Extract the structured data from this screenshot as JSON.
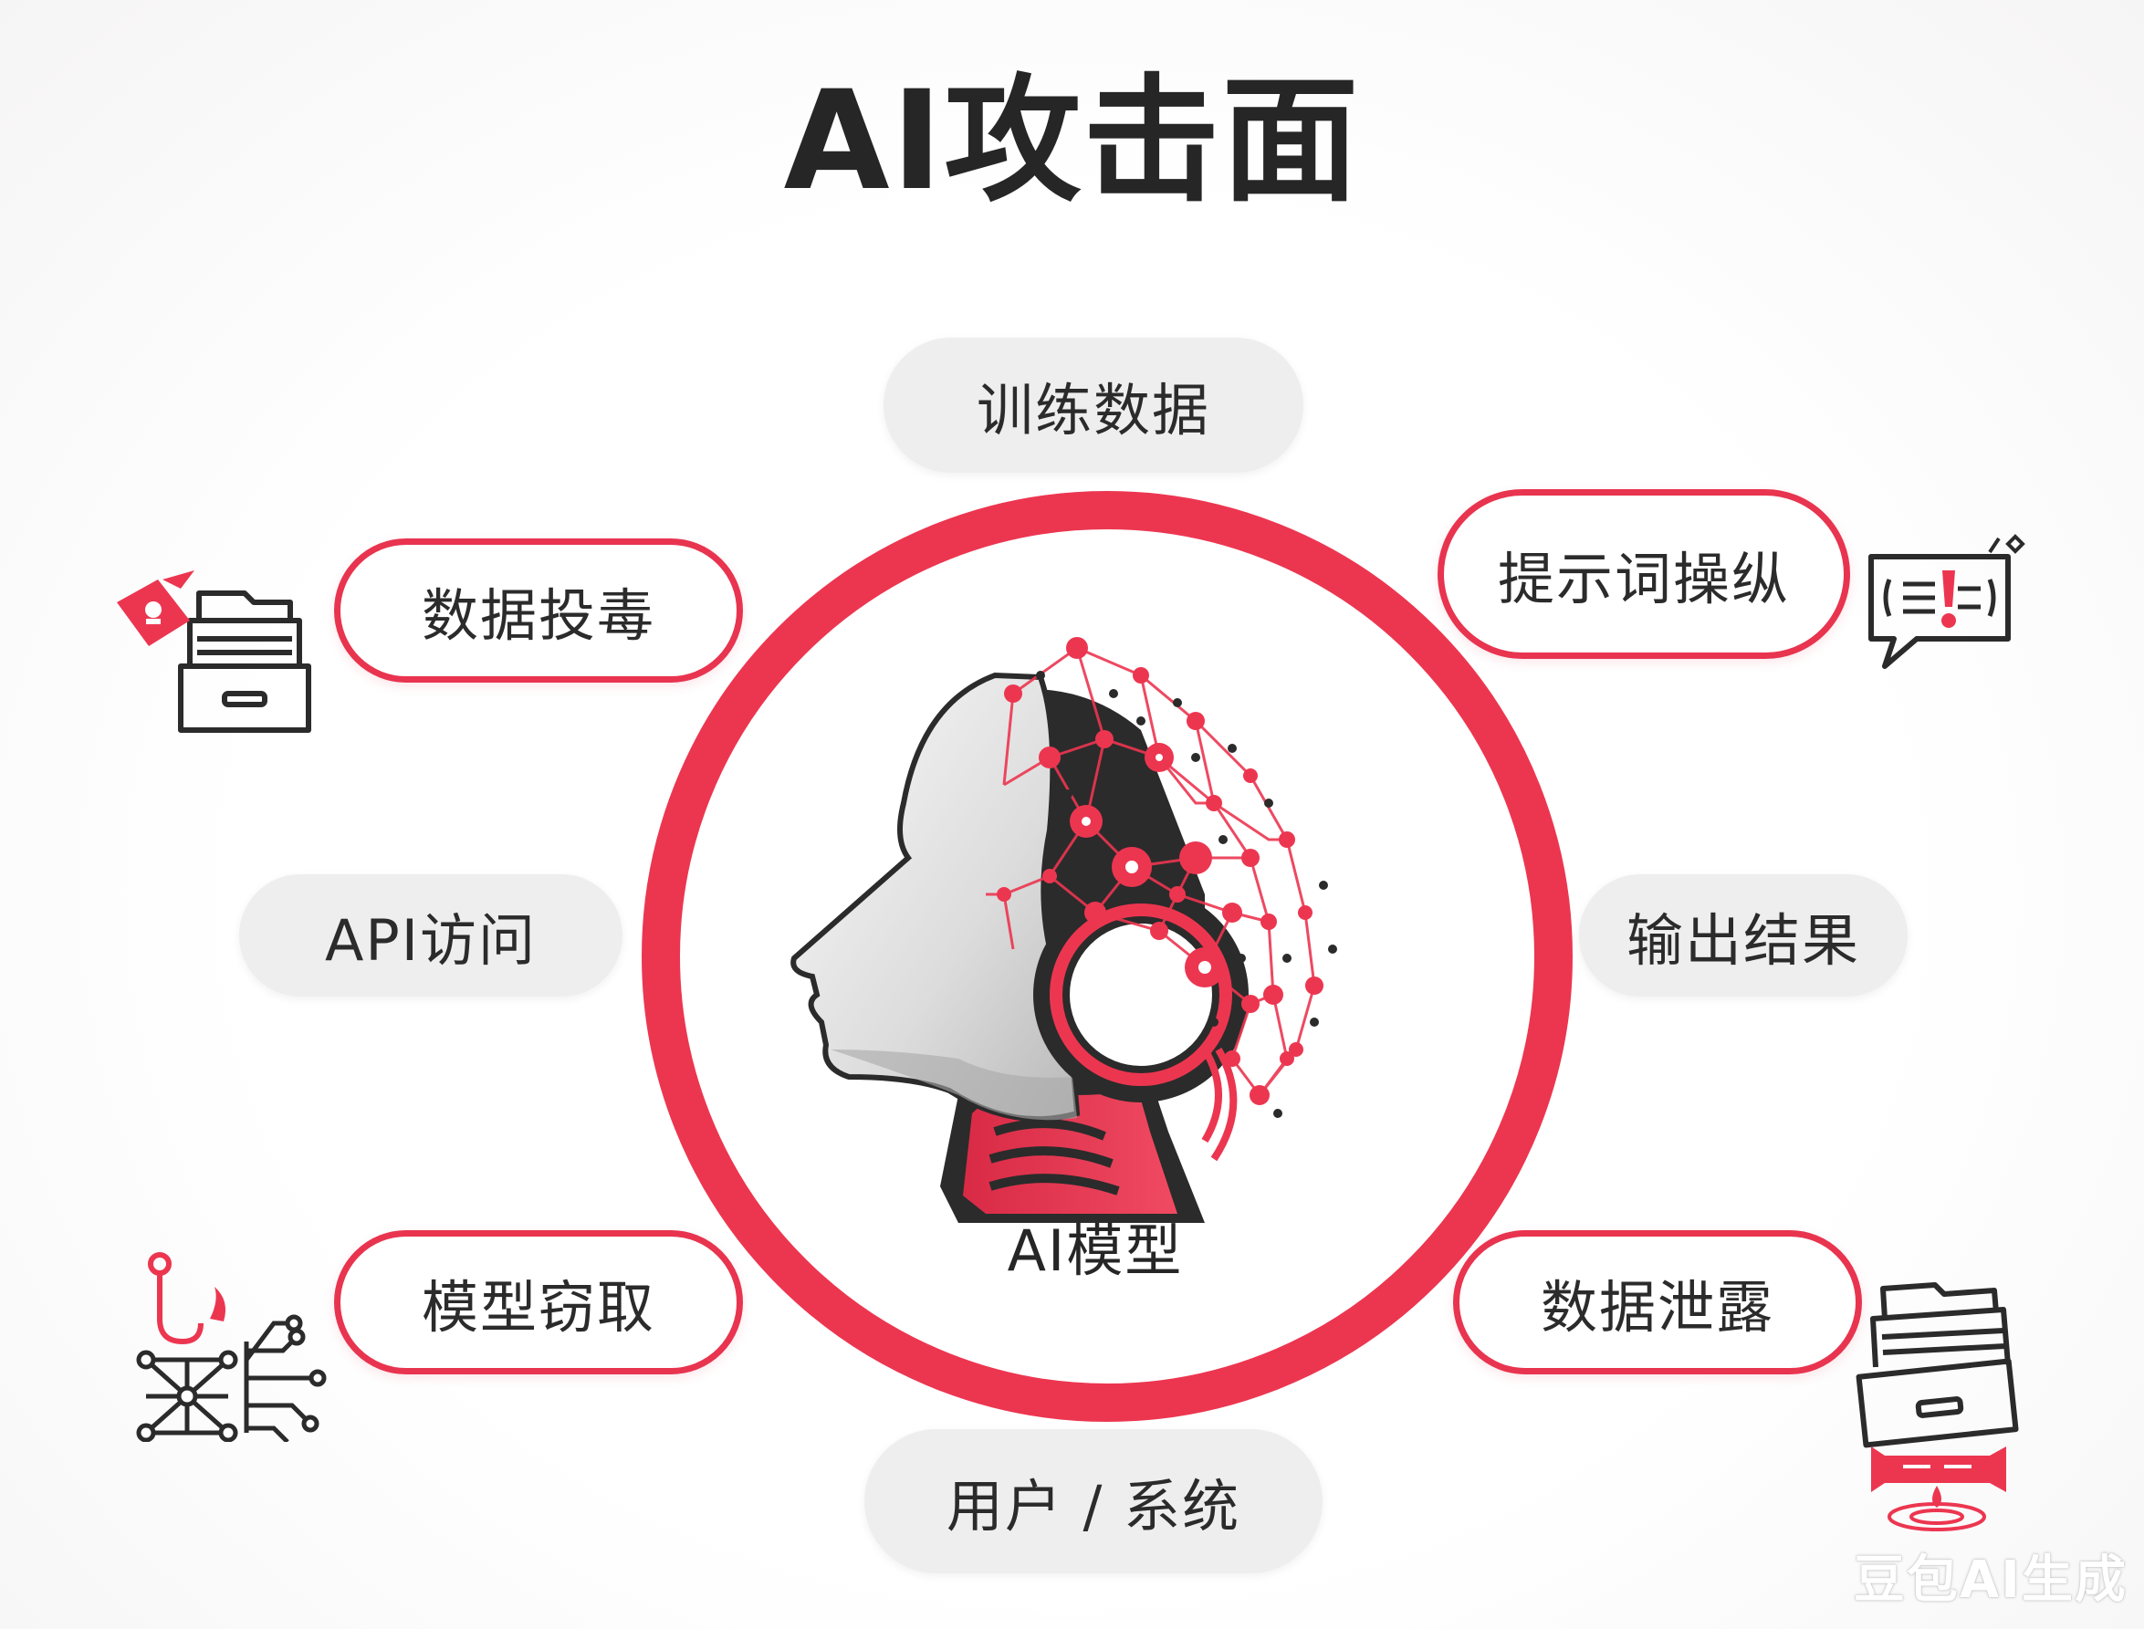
{
  "title": "AI攻击面",
  "center": {
    "label": "AI模型"
  },
  "nodes": {
    "training_data": "训练数据",
    "data_poisoning": "数据投毒",
    "prompt_manipulation": "提示词操纵",
    "api_access": "API访问",
    "output_results": "输出结果",
    "model_theft": "模型窃取",
    "data_leakage": "数据泄露",
    "user_system": "用户 / 系统"
  },
  "icons": {
    "data_poisoning": "file-cabinet-poison-icon",
    "prompt_manipulation": "chat-bubble-alert-icon",
    "model_theft": "network-hook-icon",
    "data_leakage": "file-cabinet-leak-icon"
  },
  "watermark": "豆包AI生成",
  "colors": {
    "accent": "#ec3650",
    "text": "#262626",
    "pill_grey": "#efeeee"
  }
}
